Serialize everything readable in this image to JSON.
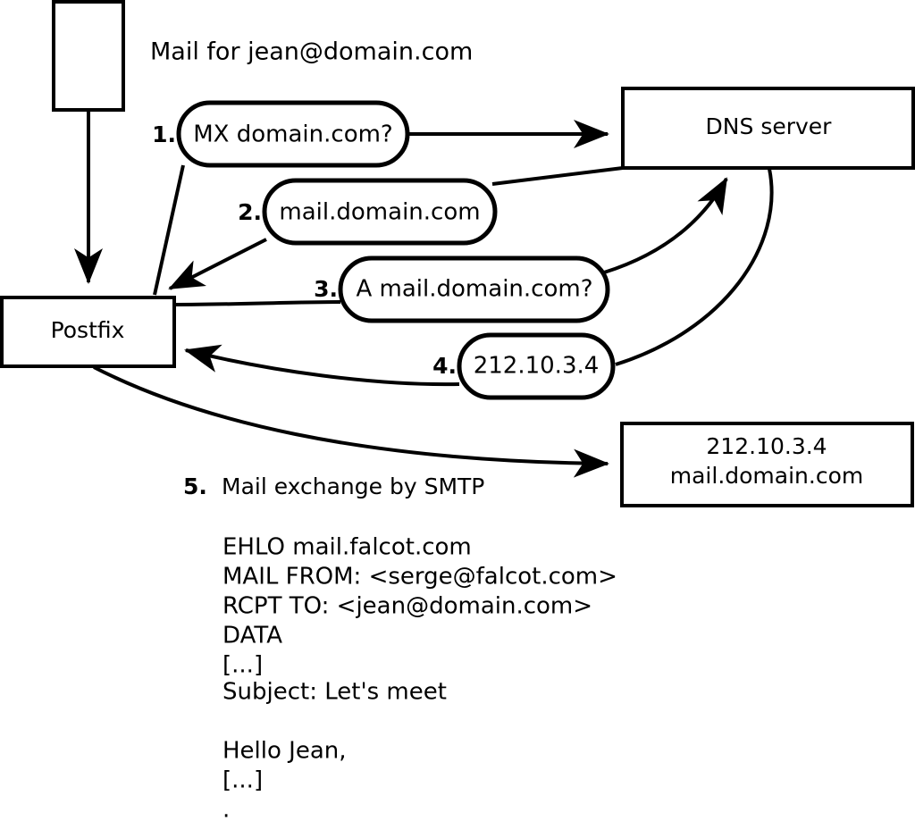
{
  "diagram": {
    "title": "Mail for jean@domain.com",
    "nodes": [
      {
        "id": "sender",
        "label": ""
      },
      {
        "id": "postfix",
        "label": "Postfix"
      },
      {
        "id": "dns",
        "label": "DNS server"
      },
      {
        "id": "target",
        "line1": "212.10.3.4",
        "line2": "mail.domain.com"
      }
    ],
    "steps": [
      {
        "number": "1.",
        "label": "MX domain.com?"
      },
      {
        "number": "2.",
        "label": "mail.domain.com"
      },
      {
        "number": "3.",
        "label": "A mail.domain.com?"
      },
      {
        "number": "4.",
        "label": "212.10.3.4"
      }
    ],
    "smtp_step": {
      "number": "5.",
      "label": "Mail exchange by SMTP"
    },
    "transcript": [
      "EHLO mail.falcot.com",
      "MAIL FROM: <serge@falcot.com>",
      "RCPT TO: <jean@domain.com>",
      "DATA",
      "[...]",
      "Subject: Let's meet",
      "",
      "Hello Jean,",
      "[...]",
      "",
      "."
    ]
  }
}
